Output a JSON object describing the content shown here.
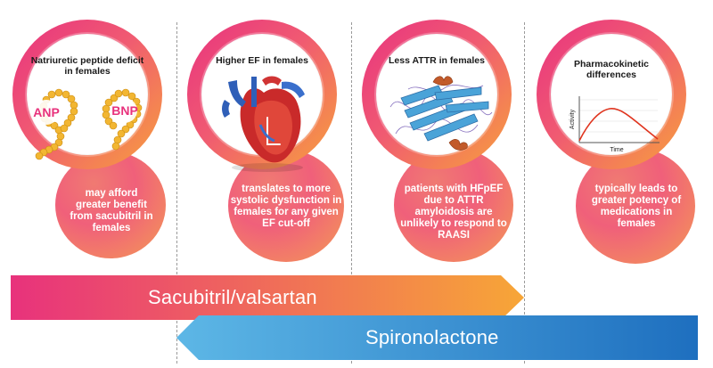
{
  "panels": [
    {
      "title": "Natriuretic peptide deficit in females",
      "labels": {
        "left": "ANP",
        "right": "BNP"
      },
      "description": "may afford greater benefit from sacubitril in females"
    },
    {
      "title": "Higher EF in females",
      "description": "translates to more systolic dysfunction in females for any given EF cut-off"
    },
    {
      "title": "Less ATTR in females",
      "description": "patients with HFpEF due to ATTR amyloidosis are unlikely to respond to RAASI"
    },
    {
      "title": "Pharmacokinetic differences",
      "plot": {
        "ylabel": "Activity",
        "xlabel": "Time"
      },
      "description": "typically leads to greater potency of medications in females"
    }
  ],
  "arrows": {
    "sacubitril": {
      "label": "Sacubitril/valsartan",
      "start_color": "#e8327c",
      "end_color": "#f7a637"
    },
    "spironolactone": {
      "label": "Spironolactone",
      "start_color": "#5db7e6",
      "end_color": "#1e6fbf"
    }
  }
}
